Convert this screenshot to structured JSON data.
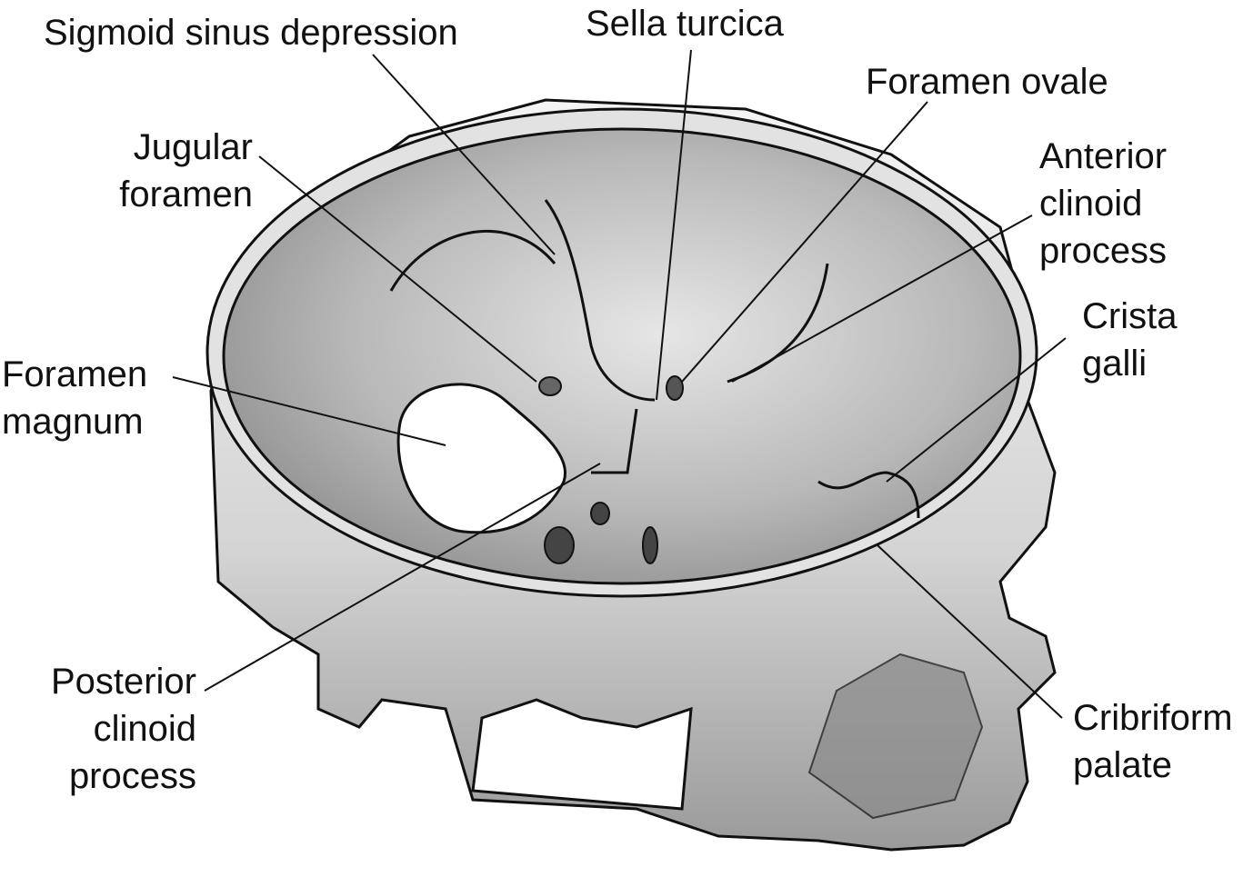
{
  "title": "Skull base interior (cranial fossae)",
  "labels": {
    "sigmoid_sinus": [
      "Sigmoid sinus depression"
    ],
    "sella_turcica": [
      "Sella turcica"
    ],
    "foramen_ovale": [
      "Foramen ovale"
    ],
    "anterior_clinoid": [
      "Anterior",
      "clinoid",
      "process"
    ],
    "crista_galli": [
      "Crista",
      "galli"
    ],
    "jugular_foramen": [
      "Jugular",
      "foramen"
    ],
    "foramen_magnum": [
      "Foramen",
      "magnum"
    ],
    "posterior_clinoid": [
      "Posterior",
      "clinoid",
      "process"
    ],
    "cribriform": [
      "Cribriform",
      "palate"
    ]
  },
  "colors": {
    "line": "#111111",
    "bone_light": "#f2f2f2",
    "bone_mid": "#c8c8c8",
    "bone_dark": "#7a7a7a"
  }
}
